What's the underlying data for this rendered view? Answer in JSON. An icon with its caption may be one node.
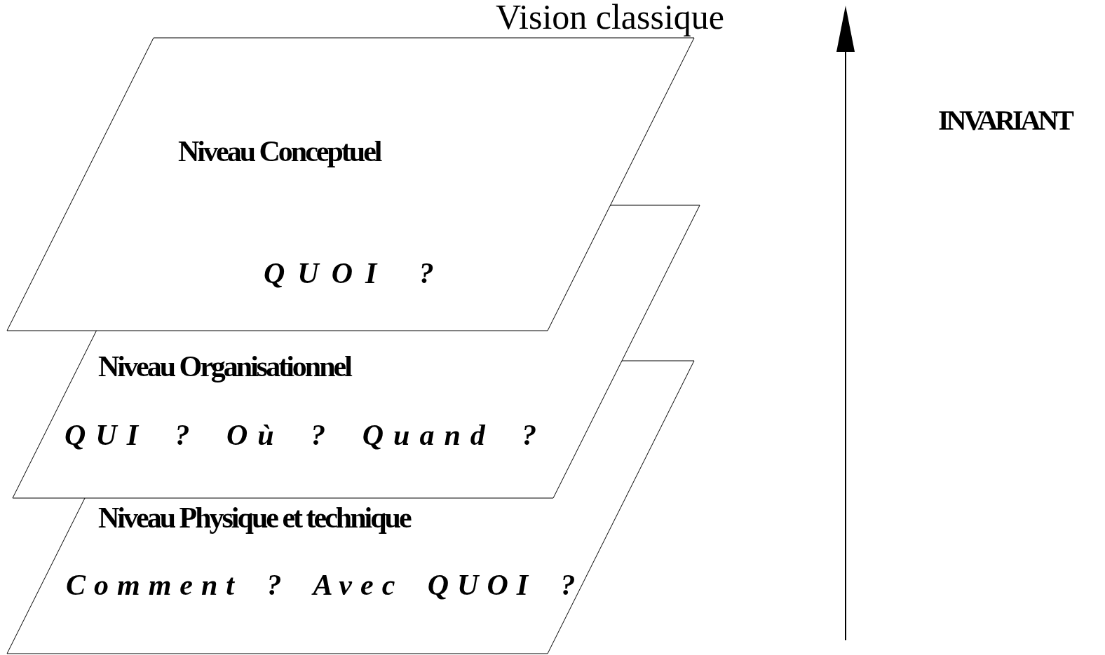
{
  "diagram": {
    "title": "Vision classique",
    "nodes": [
      {
        "text": [
          "Niveau Conceptuel",
          "QUOI ?"
        ]
      },
      {
        "text": [
          "Niveau Organisationnel",
          "QUI ? Où ? Quand ?"
        ]
      },
      {
        "text": [
          "Niveau Physique et technique",
          "Comment ? Avec QUOI ?"
        ]
      }
    ],
    "labels": [
      "INVARIANT"
    ]
  }
}
